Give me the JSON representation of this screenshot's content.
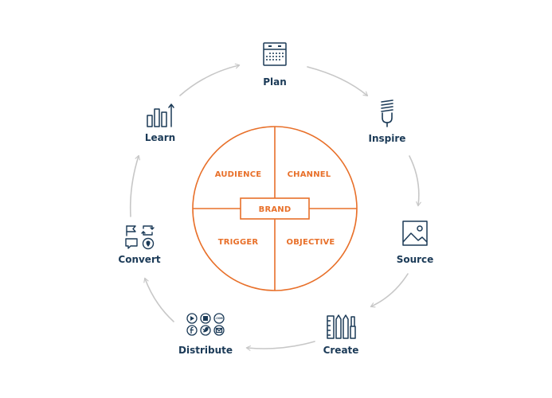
{
  "colors": {
    "navy": "#1b3a57",
    "orange": "#e8702a",
    "arrow": "#c7c7c7",
    "background": "#ffffff"
  },
  "cycle": {
    "steps": [
      {
        "label": "Plan",
        "icon": "calendar-icon"
      },
      {
        "label": "Inspire",
        "icon": "lightbulb-icon"
      },
      {
        "label": "Source",
        "icon": "image-icon"
      },
      {
        "label": "Create",
        "icon": "pencil-ruler-icon"
      },
      {
        "label": "Distribute",
        "icon": "social-media-icon"
      },
      {
        "label": "Convert",
        "icon": "engagement-icon"
      },
      {
        "label": "Learn",
        "icon": "bar-chart-icon"
      }
    ]
  },
  "center": {
    "segments": [
      "AUDIENCE",
      "CHANNEL",
      "TRIGGER",
      "OBJECTIVE"
    ],
    "core": "BRAND"
  },
  "icon_text": {
    "dotcom": ".COM"
  }
}
